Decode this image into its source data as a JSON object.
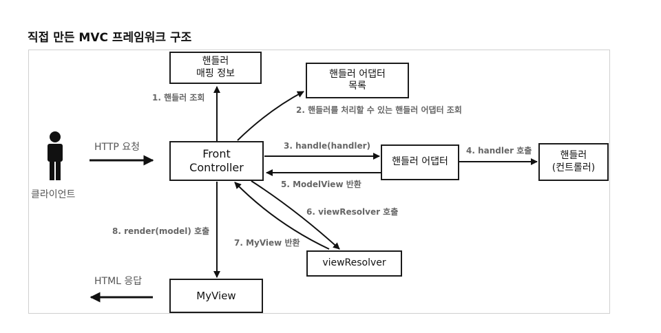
{
  "title": "직접 만든 MVC 프레임워크 구조",
  "boxes": {
    "handler_mapping": [
      "핸들러",
      "매핑 정보"
    ],
    "handler_adapter_list": [
      "핸들러 어댑터",
      "목록"
    ],
    "front_controller": [
      "Front",
      "Controller"
    ],
    "handler_adapter": "핸들러 어댑터",
    "handler": [
      "핸들러",
      "(컨트롤러)"
    ],
    "view_resolver": "viewResolver",
    "myview": "MyView"
  },
  "client_label": "클라이언트",
  "http_request": "HTTP 요청",
  "html_response": "HTML 응답",
  "steps": {
    "s1": "1. 핸들러 조회",
    "s2": "2. 핸들러를 처리할 수 있는 핸들러 어댑터 조회",
    "s3": "3. handle(handler)",
    "s4": "4. handler 호출",
    "s5": "5. ModelView 반환",
    "s6": "6. viewResolver 호출",
    "s7": "7. MyView 반환",
    "s8": "8. render(model) 호출"
  }
}
